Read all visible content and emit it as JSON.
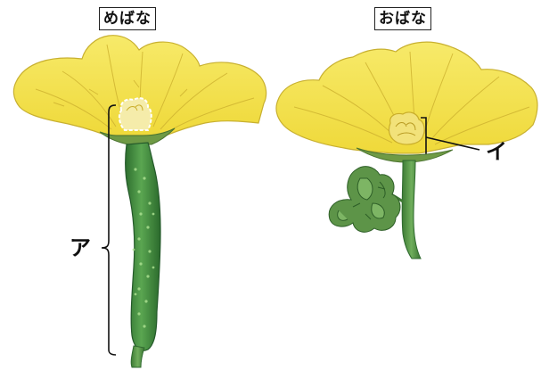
{
  "labels": {
    "female_flower": "めばな",
    "male_flower": "おばな",
    "marker_a": "ア",
    "marker_i": "イ"
  },
  "colors": {
    "petal": "#f2e24a",
    "petal_light": "#f8ef86",
    "petal_vein": "#c9ad2a",
    "sepal": "#6f9a45",
    "fruit_green": "#3f8a3b",
    "fruit_dark": "#2a6a2c",
    "stem": "#4d8a3a",
    "line": "#111111"
  }
}
